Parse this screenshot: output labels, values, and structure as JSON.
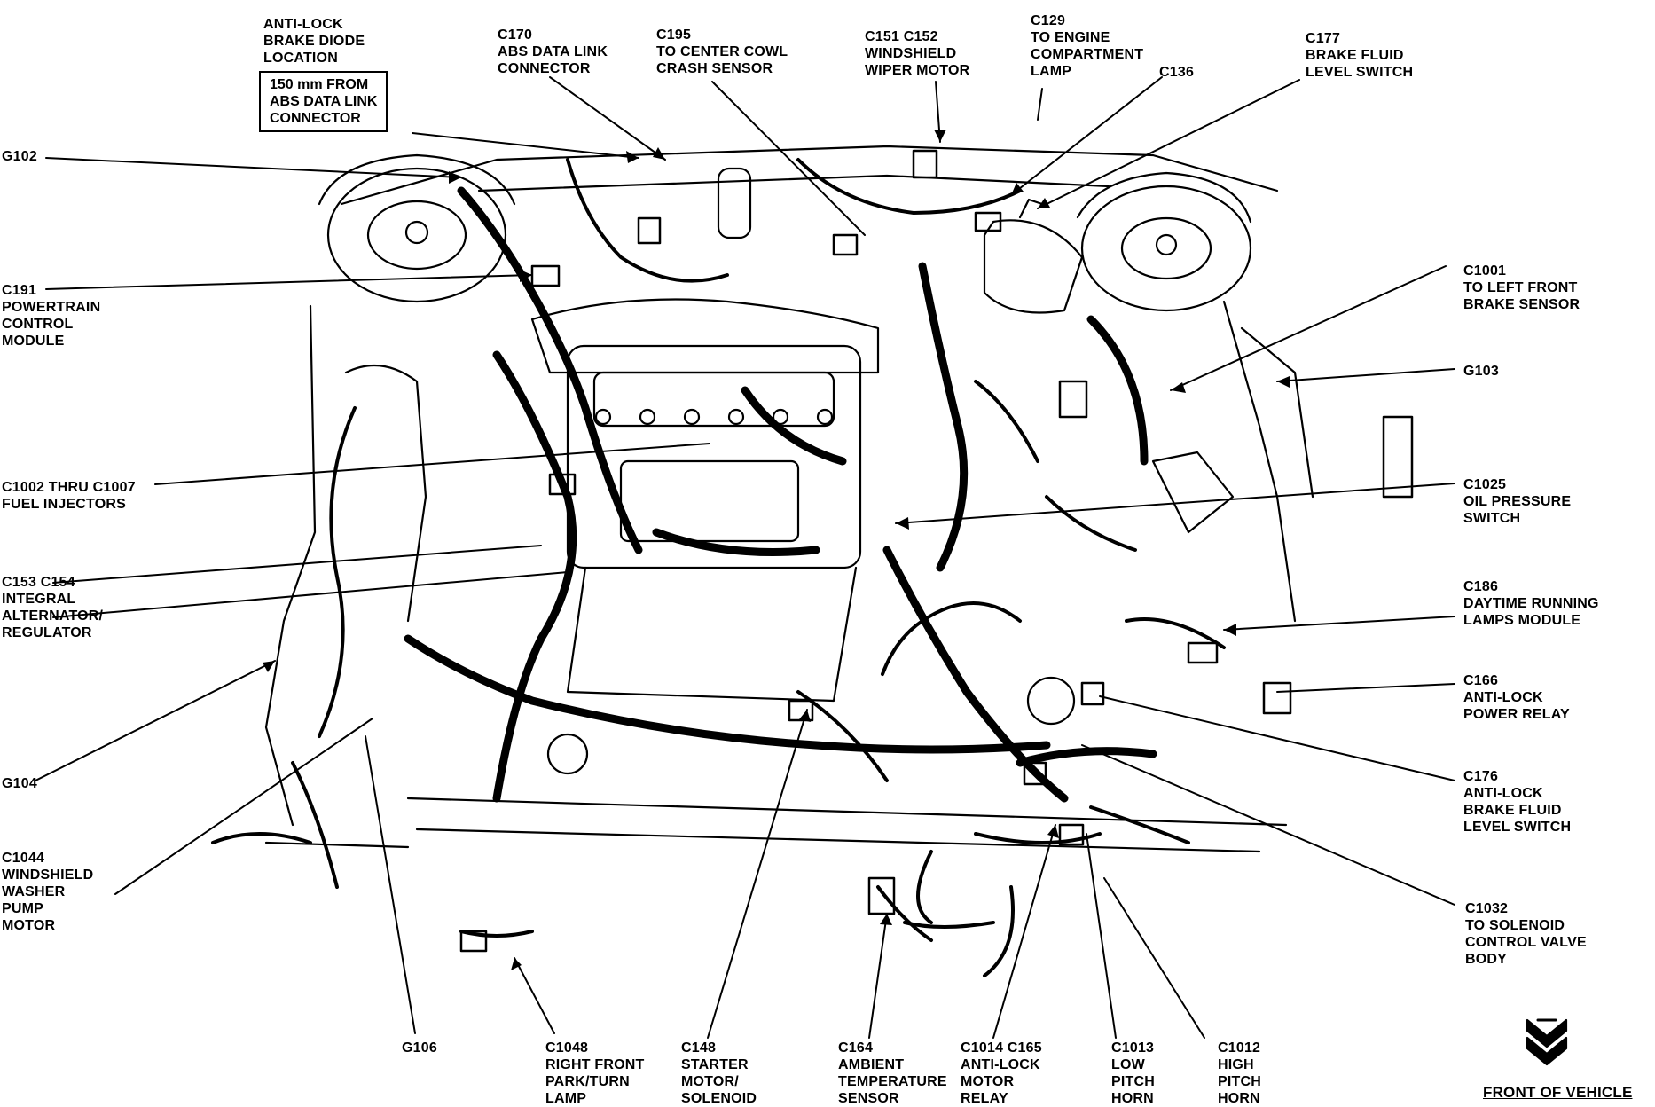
{
  "labels": {
    "abs_diode": [
      "ANTI-LOCK",
      "BRAKE DIODE",
      "LOCATION"
    ],
    "abs_diode_box": [
      "150 mm FROM",
      "ABS DATA LINK",
      "CONNECTOR"
    ],
    "c170": [
      "C170",
      "ABS DATA LINK",
      "CONNECTOR"
    ],
    "c195": [
      "C195",
      "TO CENTER COWL",
      "CRASH SENSOR"
    ],
    "c151": [
      "C151 C152",
      "WINDSHIELD",
      "WIPER MOTOR"
    ],
    "c129": [
      "C129",
      "TO ENGINE",
      "COMPARTMENT",
      "LAMP"
    ],
    "c136": [
      "C136"
    ],
    "c177": [
      "C177",
      "BRAKE FLUID",
      "LEVEL SWITCH"
    ],
    "g102": [
      "G102"
    ],
    "c191": [
      "C191",
      "POWERTRAIN",
      "CONTROL",
      "MODULE"
    ],
    "c1001": [
      "C1001",
      "TO LEFT FRONT",
      "BRAKE SENSOR"
    ],
    "g103": [
      "G103"
    ],
    "c1002": [
      "C1002 THRU C1007",
      "FUEL INJECTORS"
    ],
    "c1025": [
      "C1025",
      "OIL PRESSURE",
      "SWITCH"
    ],
    "c153": [
      "C153 C154",
      "INTEGRAL",
      "ALTERNATOR/",
      "REGULATOR"
    ],
    "c186": [
      "C186",
      "DAYTIME RUNNING",
      "LAMPS MODULE"
    ],
    "c166": [
      "C166",
      "ANTI-LOCK",
      "POWER RELAY"
    ],
    "g104": [
      "G104"
    ],
    "c176": [
      "C176",
      "ANTI-LOCK",
      "BRAKE FLUID",
      "LEVEL SWITCH"
    ],
    "c1044": [
      "C1044",
      "WINDSHIELD",
      "WASHER",
      "PUMP",
      "MOTOR"
    ],
    "c1032": [
      "C1032",
      "TO SOLENOID",
      "CONTROL VALVE",
      "BODY"
    ],
    "g106": [
      "G106"
    ],
    "c1048": [
      "C1048",
      "RIGHT FRONT",
      "PARK/TURN",
      "LAMP"
    ],
    "c148": [
      "C148",
      "STARTER",
      "MOTOR/",
      "SOLENOID"
    ],
    "c164": [
      "C164",
      "AMBIENT",
      "TEMPERATURE",
      "SENSOR"
    ],
    "c1014": [
      "C1014 C165",
      "ANTI-LOCK",
      "MOTOR",
      "RELAY"
    ],
    "c1013": [
      "C1013",
      "LOW",
      "PITCH",
      "HORN"
    ],
    "c1012": [
      "C1012",
      "HIGH",
      "PITCH",
      "HORN"
    ],
    "front": [
      "FRONT OF VEHICLE"
    ]
  },
  "colors": {
    "ink": "#000000",
    "paper": "#ffffff"
  },
  "icons": {
    "front_arrow": "double-chevron-down-icon"
  }
}
